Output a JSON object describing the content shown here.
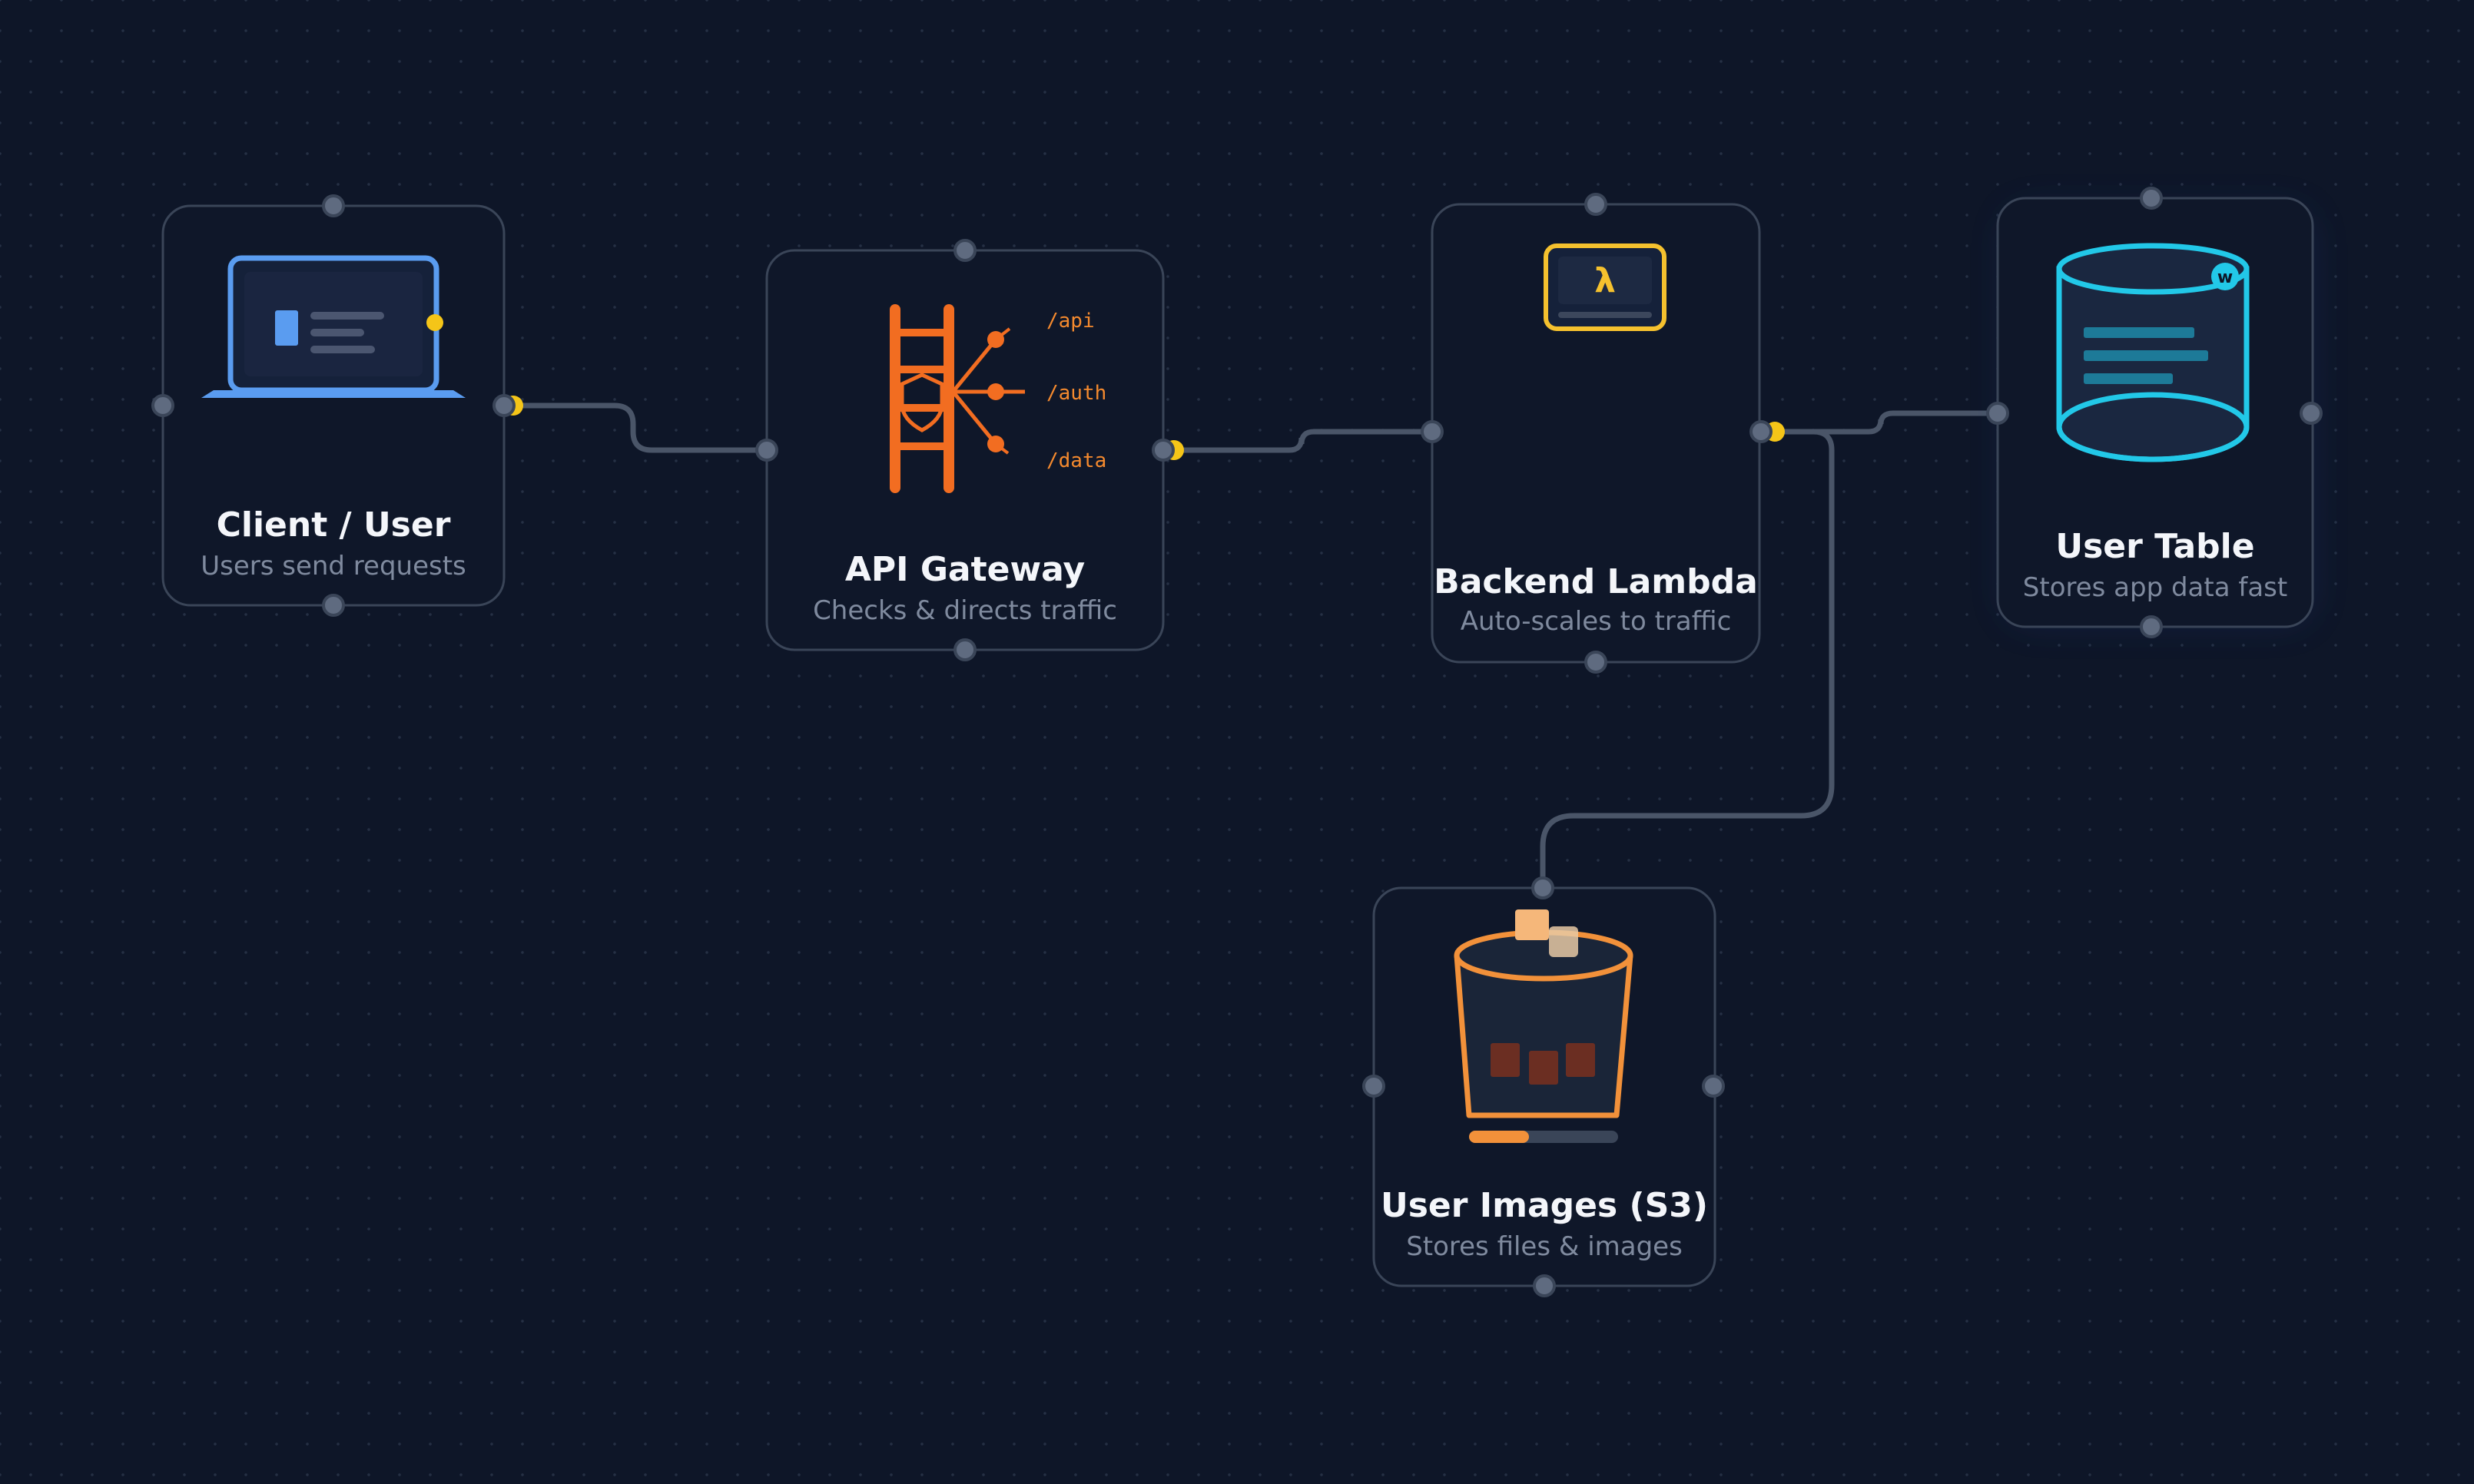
{
  "nodes": {
    "client": {
      "title": "Client / User",
      "subtitle": "Users send requests"
    },
    "gateway": {
      "title": "API Gateway",
      "subtitle": "Checks & directs traffic",
      "routes": [
        "/api",
        "/auth",
        "/data"
      ]
    },
    "lambda": {
      "title": "Backend Lambda",
      "subtitle": "Auto-scales to traffic",
      "glyph": "λ"
    },
    "table": {
      "title": "User Table",
      "subtitle": "Stores app data fast",
      "badge": "w"
    },
    "images": {
      "title": "User Images (S3)",
      "subtitle": "Stores files & images",
      "progress": 0.4
    }
  },
  "colors": {
    "background": "#0e1628",
    "card_border": "#3a4558",
    "connector": "#4a5568",
    "port": "#5f6b80",
    "active_port": "#f5c518",
    "client_accent": "#5a9cf0",
    "gateway_accent": "#f26d21",
    "lambda_accent": "#f5c12e",
    "table_accent": "#22c8e8",
    "bucket_accent": "#f2913a"
  },
  "icons": {
    "client": "laptop-icon",
    "gateway": "gateway-ladder-icon",
    "lambda": "lambda-icon",
    "table": "database-cylinder-icon",
    "images": "bucket-icon"
  }
}
